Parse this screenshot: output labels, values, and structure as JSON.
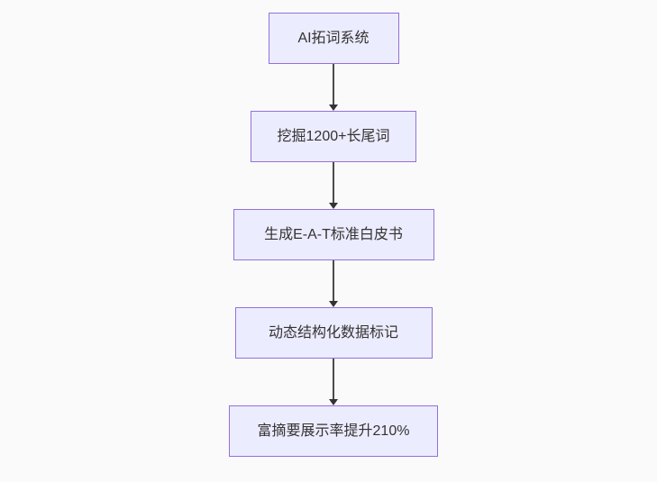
{
  "page": {
    "background_color": "#fafafa"
  },
  "flowchart": {
    "type": "flowchart",
    "direction": "top-down",
    "style": {
      "node_fill": "#ececff",
      "node_border": "#9370db",
      "node_text_color": "#333333",
      "arrow_color": "#333333"
    },
    "nodes": [
      {
        "id": "node-1",
        "label": "AI拓词系统"
      },
      {
        "id": "node-2",
        "label": "挖掘1200+长尾词"
      },
      {
        "id": "node-3",
        "label": "生成E-A-T标准白皮书"
      },
      {
        "id": "node-4",
        "label": "动态结构化数据标记"
      },
      {
        "id": "node-5",
        "label": "富摘要展示率提升210%"
      }
    ],
    "edges": [
      {
        "from": "node-1",
        "to": "node-2"
      },
      {
        "from": "node-2",
        "to": "node-3"
      },
      {
        "from": "node-3",
        "to": "node-4"
      },
      {
        "from": "node-4",
        "to": "node-5"
      }
    ]
  }
}
